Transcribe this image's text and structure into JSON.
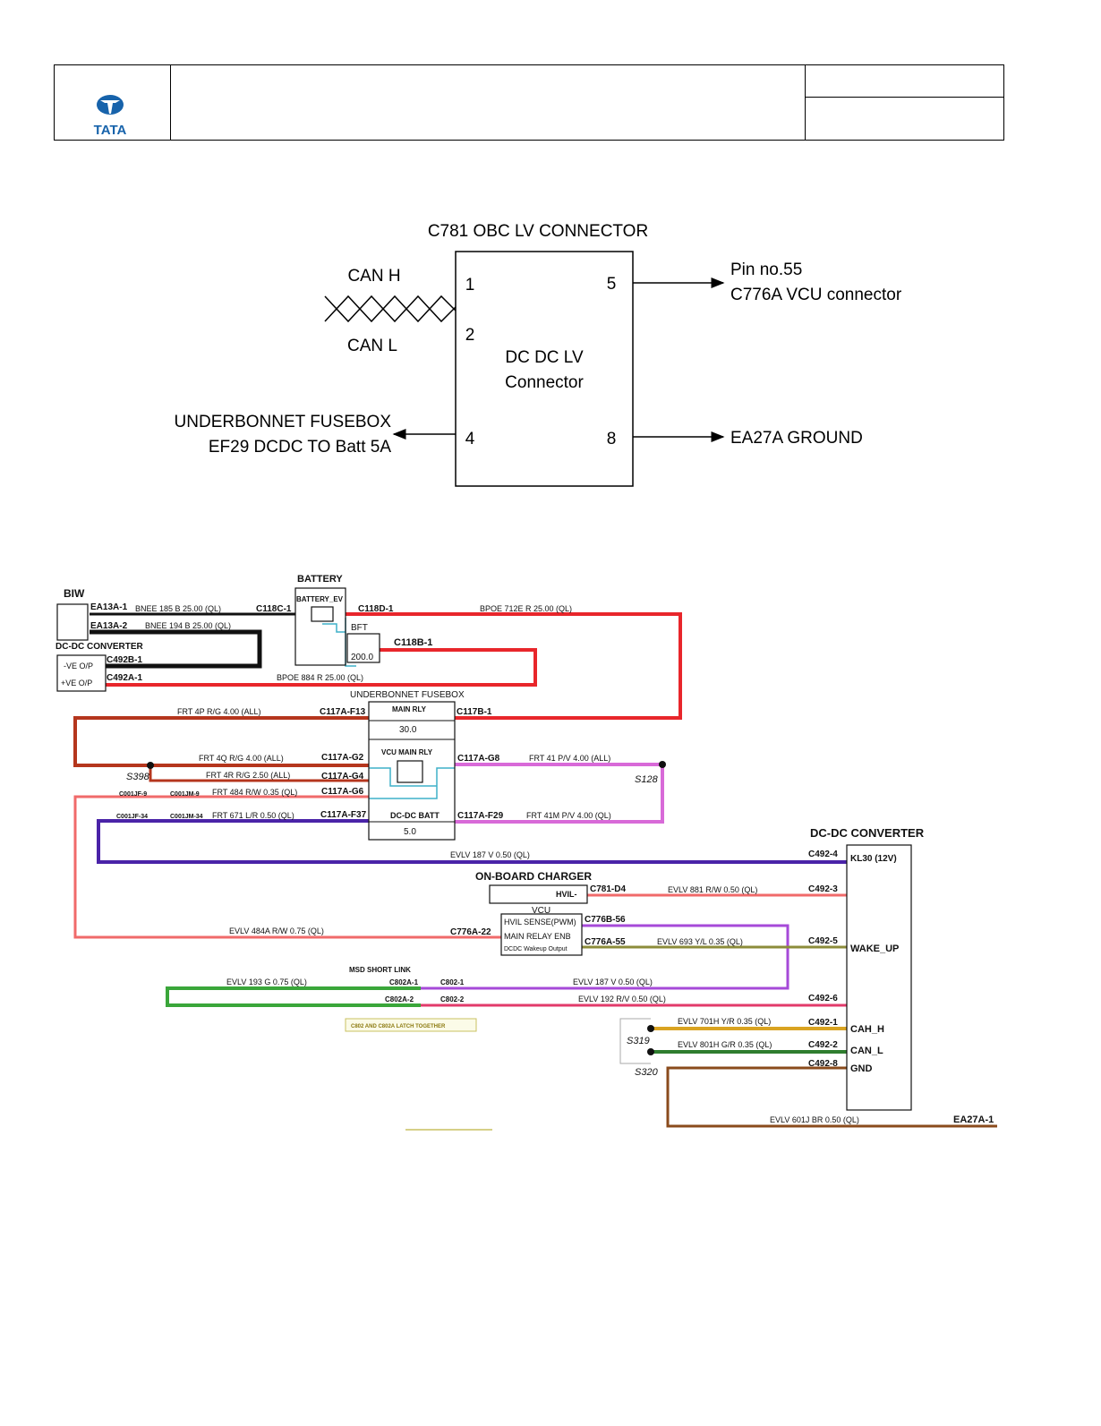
{
  "header": {
    "brand": "TATA",
    "colors": {
      "brand": "#1763ab"
    }
  },
  "top_diagram": {
    "title": "C781 OBC LV CONNECTOR",
    "can_h": "CAN H",
    "can_l": "CAN L",
    "box_label_line1": "DC DC LV",
    "box_label_line2": "Connector",
    "pins": [
      "1",
      "2",
      "4",
      "5",
      "8"
    ],
    "pin5_target_line1": "Pin no.55",
    "pin5_target_line2": "C776A VCU connector",
    "pin4_target_line1": "UNDERBONNET FUSEBOX",
    "pin4_target_line2": "EF29 DCDC TO Batt 5A",
    "pin8_target": "EA27A GROUND"
  },
  "wiring": {
    "biw": "BIW",
    "battery": "BATTERY",
    "battery_ev": "BATTERY_EV",
    "bft": "BFT",
    "bft_value": "200.0",
    "dcdc_converter_left": "DC-DC CONVERTER",
    "neg_op": "-VE O/P",
    "pos_op": "+VE O/P",
    "ea13a1": "EA13A-1",
    "ea13a2": "EA13A-2",
    "c118c1": "C118C-1",
    "c118d1": "C118D-1",
    "c118b1": "C118B-1",
    "c492b1": "C492B-1",
    "c492a1": "C492A-1",
    "w_bnee185": "BNEE  185  B  25.00  (QL)",
    "w_bnee194": "BNEE  194  B  25.00  (QL)",
    "w_bpoe712": "BPOE  712E  R  25.00  (QL)",
    "w_bpoe884": "BPOE  884  R  25.00  (QL)",
    "fusebox": "UNDERBONNET FUSEBOX",
    "main_rly": "MAIN RLY",
    "main_rly_value": "30.0",
    "vcu_main_rly": "VCU MAIN RLY",
    "dcdc_batt": "DC-DC BATT",
    "dcdc_batt_value": "5.0",
    "c117a_f13": "C117A-F13",
    "c117b_1": "C117B-1",
    "c117a_g2": "C117A-G2",
    "c117a_g4": "C117A-G4",
    "c117a_g6": "C117A-G6",
    "c117a_f37": "C117A-F37",
    "c117a_g8": "C117A-G8",
    "c117a_f29": "C117A-F29",
    "w_frt4p": "FRT  4P  R/G  4.00  (ALL)",
    "w_frt4q": "FRT  4Q  R/G  4.00  (ALL)",
    "w_frt4r": "FRT  4R  R/G  2.50  (ALL)",
    "w_frt484": "FRT  484  R/W  0.35  (QL)",
    "w_frt671": "FRT  671  L/R  0.50  (QL)",
    "w_frt41": "FRT  41  P/V  4.00  (ALL)",
    "w_frt41m": "FRT  41M  P/V  4.00  (QL)",
    "s398": "S398",
    "s128": "S128",
    "c001jf9": "C001JF-9",
    "c001jm9": "C001JM-9",
    "c001jf34": "C001JF-34",
    "c001jm34": "C001JM-34",
    "w_evlv187_top": "EVLV  187  V  0.50  (QL)",
    "dcdc_converter_right": "DC-DC CONVERTER",
    "kl30": "KL30 (12V)",
    "wake_up": "WAKE_UP",
    "cah_h": "CAH_H",
    "can_l_pin": "CAN_L",
    "gnd": "GND",
    "c492_4": "C492-4",
    "c492_3": "C492-3",
    "c492_5": "C492-5",
    "c492_6": "C492-6",
    "c492_1": "C492-1",
    "c492_2": "C492-2",
    "c492_8": "C492-8",
    "obc": "ON-BOARD CHARGER",
    "hvil": "HVIL-",
    "c781_d4": "C781-D4",
    "w_evlv881": "EVLV  881  R/W  0.50  (QL)",
    "vcu": "VCU",
    "hvil_sense": "HVIL SENSE(PWM)",
    "main_relay_enb": "MAIN RELAY ENB",
    "dcdc_wakeup_output": "DCDC Wakeup Output",
    "c776b_56": "C776B-56",
    "c776a_55": "C776A-55",
    "c776a_22": "C776A-22",
    "w_evlv693": "EVLV  693  Y/L  0.35  (QL)",
    "w_evlv484a": "EVLV  484A  R/W  0.75  (QL)",
    "msd_short_link": "MSD SHORT LINK",
    "c802a_1": "C802A-1",
    "c802a_2": "C802A-2",
    "c802_1": "C802-1",
    "c802_2": "C802-2",
    "w_evlv193": "EVLV  193  G  0.75  (QL)",
    "w_evlv187_bot": "EVLV  187  V  0.50  (QL)",
    "w_evlv192": "EVLV  192  R/V  0.50  (QL)",
    "latch_note": "C802 AND C802A LATCH TOGETHER",
    "w_evlv701h": "EVLV  701H  Y/R  0.35  (QL)",
    "w_evlv801h": "EVLV  801H  G/R  0.35  (QL)",
    "s319": "S319",
    "s320": "S320",
    "w_evlv601j": "EVLV  601J  BR  0.50  (QL)",
    "ea27a_1": "EA27A-1"
  },
  "wire_colors": {
    "red": "#e8262b",
    "black": "#111111",
    "brown_red": "#b5361d",
    "pink_violet": "#d86ad8",
    "light_red": "#f06a6a",
    "blue_violet": "#4a23a8",
    "green": "#3aa63a",
    "purple": "#a64ad8",
    "olive": "#8c8c3a",
    "yellow": "#d9a321",
    "dark_green": "#2f7d2f",
    "brown": "#8a4b1c",
    "cyan": "#3fb0c8"
  }
}
